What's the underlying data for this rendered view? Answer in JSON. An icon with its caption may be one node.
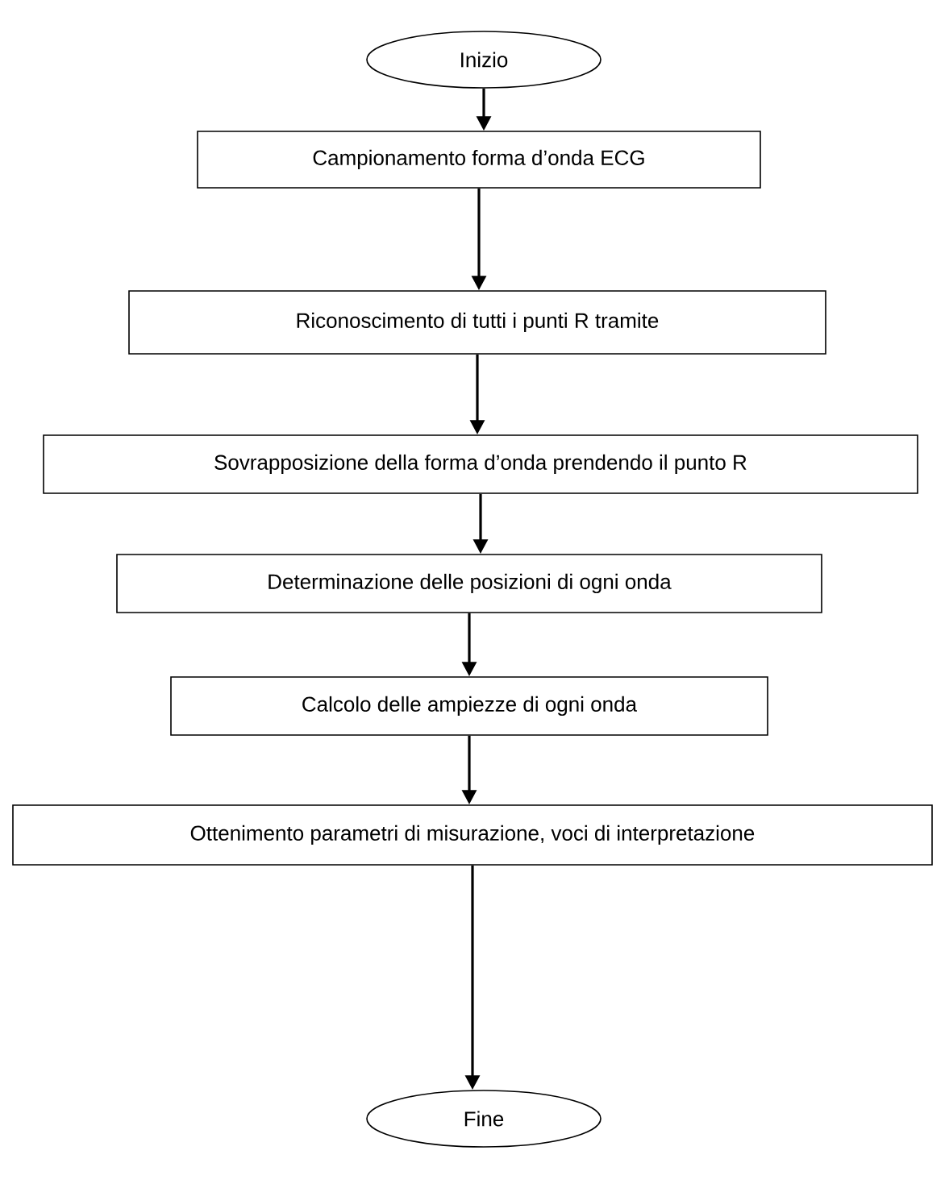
{
  "diagram": {
    "nodes": [
      {
        "text": [
          "Inizio"
        ]
      },
      {
        "text": [
          "Campionamento forma d’onda ECG"
        ]
      },
      {
        "text": [
          "Riconoscimento di tutti i punti R tramite"
        ]
      },
      {
        "text": [
          "Sovrapposizione della forma d’onda prendendo il punto R"
        ]
      },
      {
        "text": [
          "Determinazione delle posizioni di ogni onda"
        ]
      },
      {
        "text": [
          "Calcolo delle ampiezze di ogni onda"
        ]
      },
      {
        "text": [
          "Ottenimento parametri di misurazione, voci di interpretazione"
        ]
      },
      {
        "text": [
          "Fine"
        ]
      }
    ],
    "edges": [
      {
        "from": 0,
        "to": 1,
        "arrow": "to"
      },
      {
        "from": 1,
        "to": 2,
        "arrow": "to"
      },
      {
        "from": 2,
        "to": 3,
        "arrow": "to"
      },
      {
        "from": 3,
        "to": 4,
        "arrow": "to"
      },
      {
        "from": 4,
        "to": 5,
        "arrow": "to"
      },
      {
        "from": 5,
        "to": 6,
        "arrow": "to"
      },
      {
        "from": 6,
        "to": 7,
        "arrow": "to"
      }
    ]
  }
}
